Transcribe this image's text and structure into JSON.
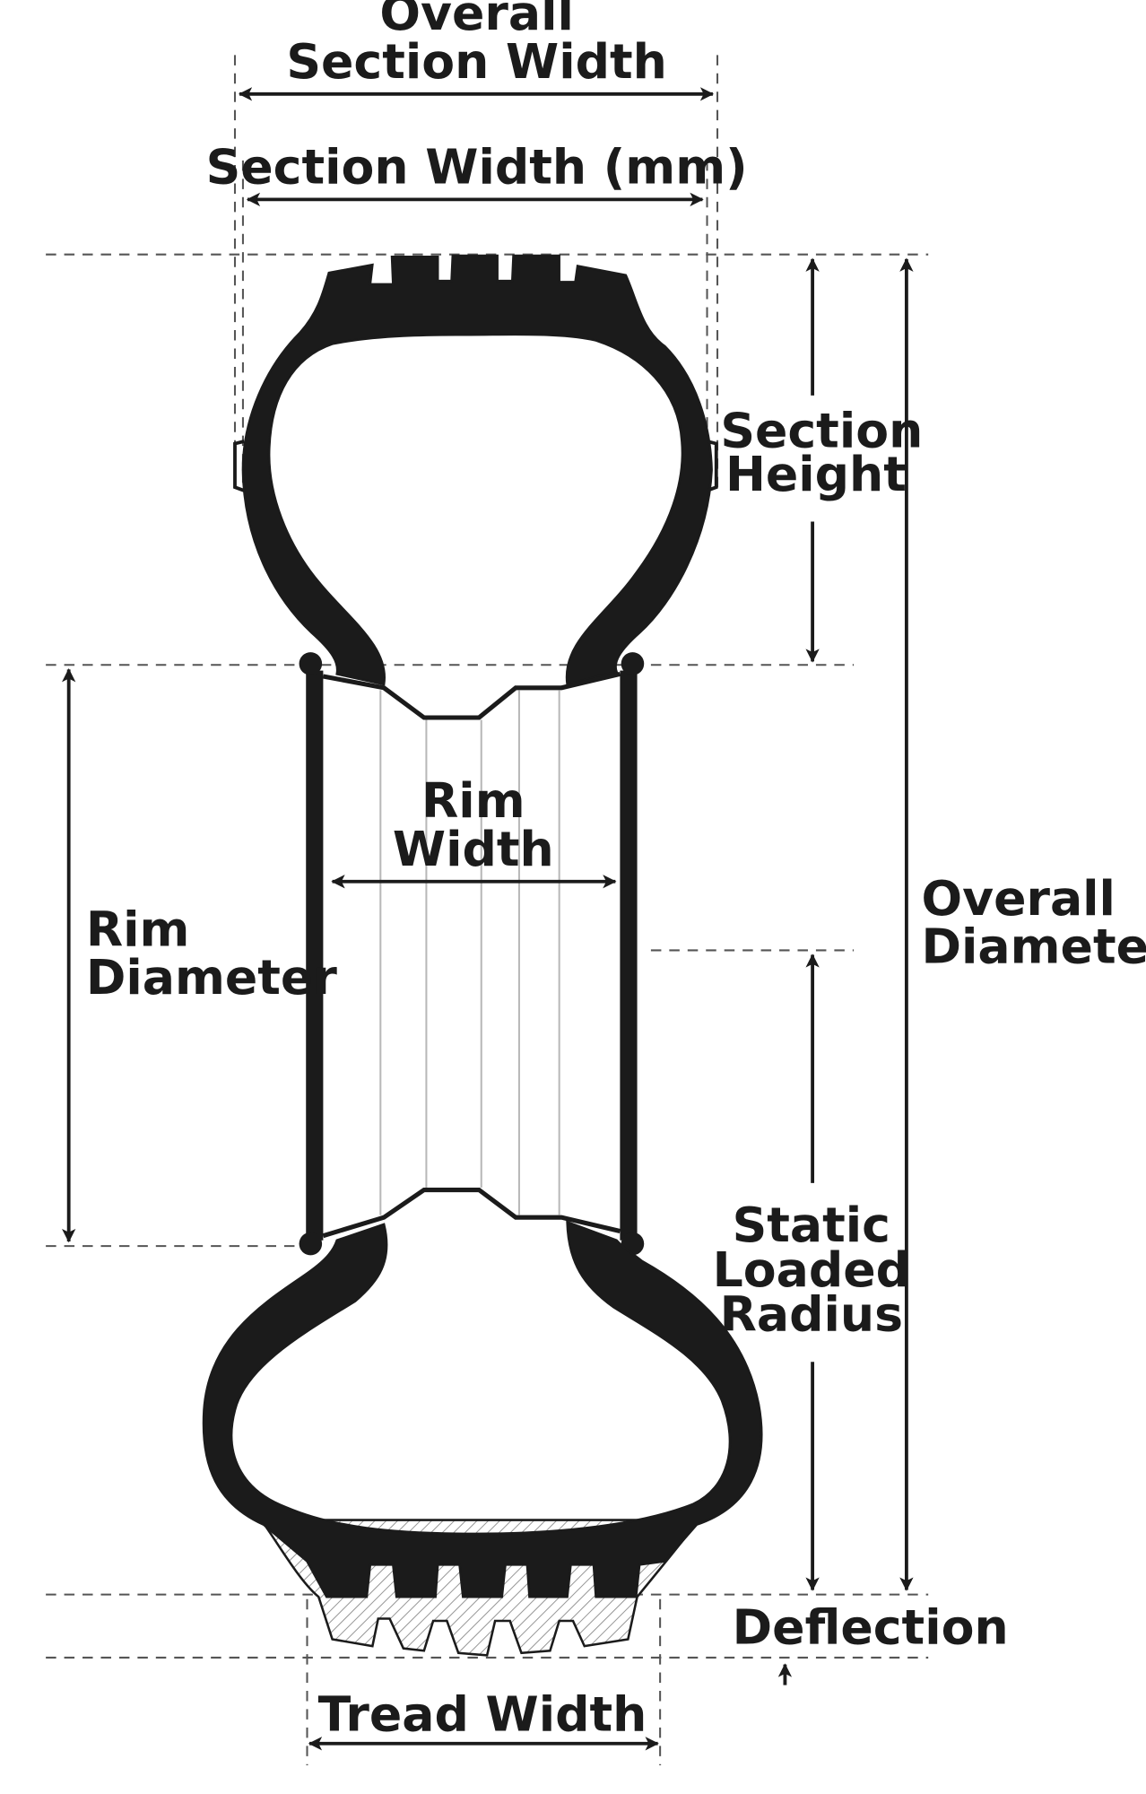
{
  "labels": {
    "overall_section_width_line1": "Overall",
    "overall_section_width_line2": "Section Width",
    "section_width_mm": "Section Width (mm)",
    "section_height_line1": "Section",
    "section_height_line2": "Height",
    "rim_width_line1": "Rim",
    "rim_width_line2": "Width",
    "rim_diameter_line1": "Rim",
    "rim_diameter_line2": "Diameter",
    "overall_diameter_line1": "Overall",
    "overall_diameter_line2": "Diameter",
    "static_loaded_radius_line1": "Static",
    "static_loaded_radius_line2": "Loaded",
    "static_loaded_radius_line3": "Radius",
    "deflection": "Deflection",
    "tread_width": "Tread Width"
  },
  "colors": {
    "ink": "#1b1b1b",
    "guide": "#555555",
    "rim_detail": "#b8b8b8",
    "hatch": "#8a8a8a",
    "background": "#ffffff"
  }
}
